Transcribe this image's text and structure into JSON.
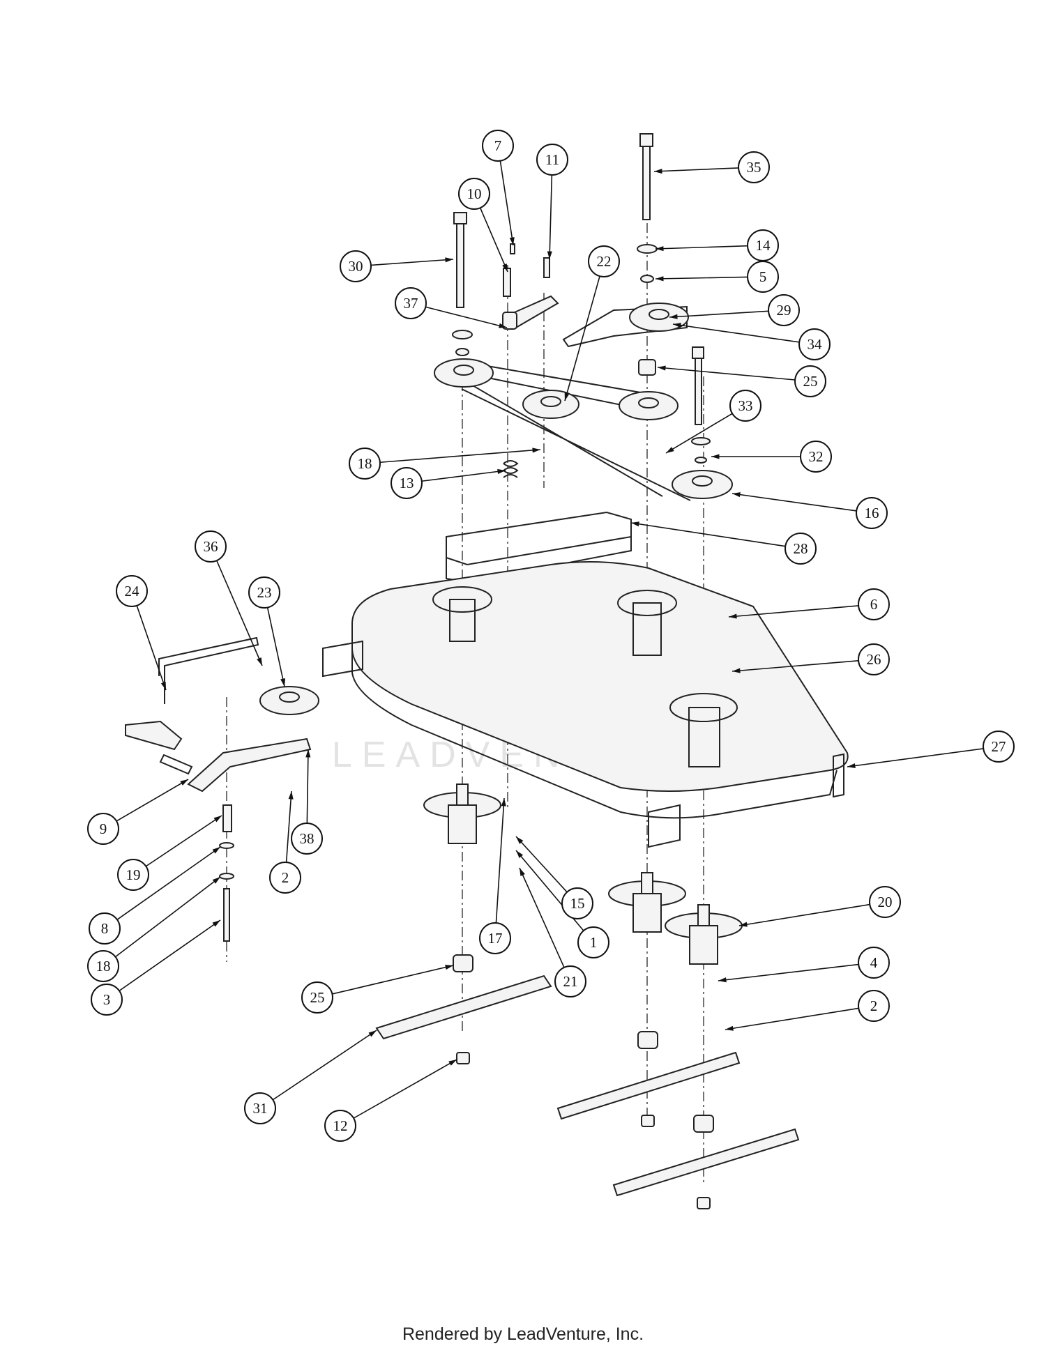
{
  "watermark": "LEADVENTURE",
  "footer": "Rendered by LeadVenture, Inc.",
  "callouts": [
    {
      "n": "7"
    },
    {
      "n": "11"
    },
    {
      "n": "35"
    },
    {
      "n": "10"
    },
    {
      "n": "14"
    },
    {
      "n": "30"
    },
    {
      "n": "22"
    },
    {
      "n": "5"
    },
    {
      "n": "37"
    },
    {
      "n": "29"
    },
    {
      "n": "34"
    },
    {
      "n": "25"
    },
    {
      "n": "33"
    },
    {
      "n": "18"
    },
    {
      "n": "32"
    },
    {
      "n": "13"
    },
    {
      "n": "16"
    },
    {
      "n": "28"
    },
    {
      "n": "36"
    },
    {
      "n": "24"
    },
    {
      "n": "23"
    },
    {
      "n": "6"
    },
    {
      "n": "26"
    },
    {
      "n": "27"
    },
    {
      "n": "9"
    },
    {
      "n": "38"
    },
    {
      "n": "19"
    },
    {
      "n": "2"
    },
    {
      "n": "20"
    },
    {
      "n": "15"
    },
    {
      "n": "8"
    },
    {
      "n": "17"
    },
    {
      "n": "1"
    },
    {
      "n": "18"
    },
    {
      "n": "21"
    },
    {
      "n": "4"
    },
    {
      "n": "3"
    },
    {
      "n": "25"
    },
    {
      "n": "2"
    },
    {
      "n": "31"
    },
    {
      "n": "12"
    }
  ]
}
